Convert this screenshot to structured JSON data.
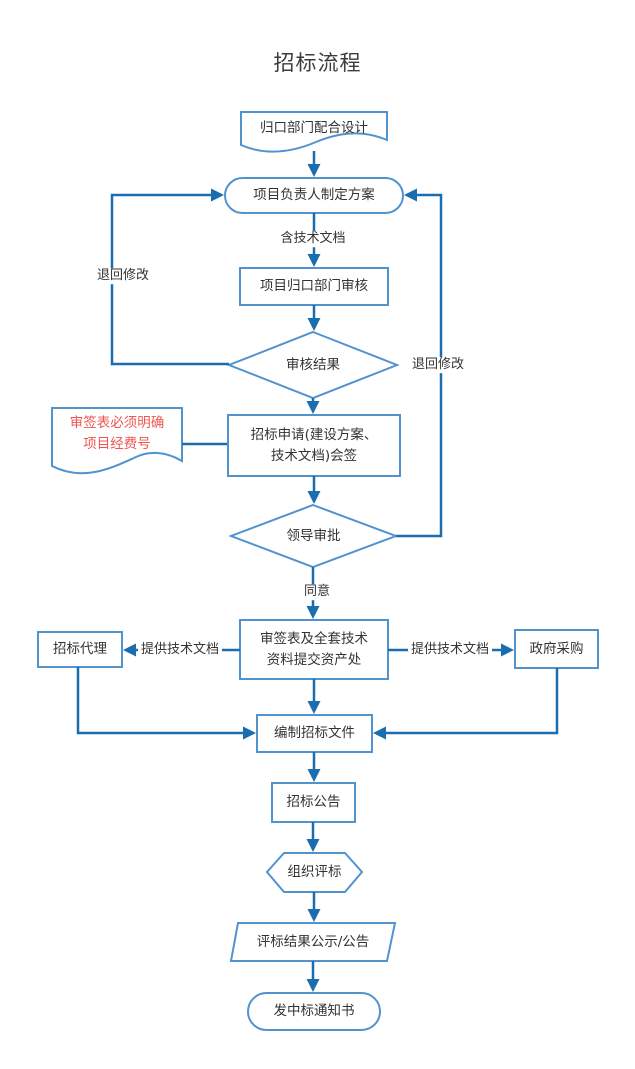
{
  "title": "招标流程",
  "colors": {
    "node_border": "#5193ce",
    "connector_line": "#1a6daf",
    "node_text": "#333333",
    "note_text": "#ee5550",
    "title_text": "#3c3c3c",
    "node_fill": "#ffffff"
  },
  "nodes": {
    "design_doc": {
      "shape": "document",
      "label": "归口部门配合设计"
    },
    "leader_plan": {
      "shape": "stadium",
      "label": "项目负责人制定方案"
    },
    "dept_review": {
      "shape": "rect",
      "label": "项目归口部门审核"
    },
    "review_result": {
      "shape": "diamond",
      "label": "审核结果"
    },
    "fund_note": {
      "shape": "document",
      "label": "审签表必须明确\n项目经费号"
    },
    "bid_apply": {
      "shape": "rect",
      "label": "招标申请(建设方案、\n技术文档)会签"
    },
    "leader_approve": {
      "shape": "diamond",
      "label": "领导审批"
    },
    "submit_assets": {
      "shape": "rect",
      "label": "审签表及全套技术\n资料提交资产处"
    },
    "bid_agency": {
      "shape": "rect",
      "label": "招标代理"
    },
    "gov_procure": {
      "shape": "rect",
      "label": "政府采购"
    },
    "prepare_docs": {
      "shape": "rect",
      "label": "编制招标文件"
    },
    "bid_notice": {
      "shape": "rect",
      "label": "招标公告"
    },
    "organize_eval": {
      "shape": "hexagon",
      "label": "组织评标"
    },
    "eval_publicity": {
      "shape": "parallelogram",
      "label": "评标结果公示/公告"
    },
    "award_notice": {
      "shape": "stadium",
      "label": "发中标通知书"
    }
  },
  "edge_labels": {
    "with_tech_doc": "含技术文档",
    "return_revise_left": "退回修改",
    "return_revise_right": "退回修改",
    "agree": "同意",
    "provide_tech_left": "提供技术文档",
    "provide_tech_right": "提供技术文档"
  }
}
